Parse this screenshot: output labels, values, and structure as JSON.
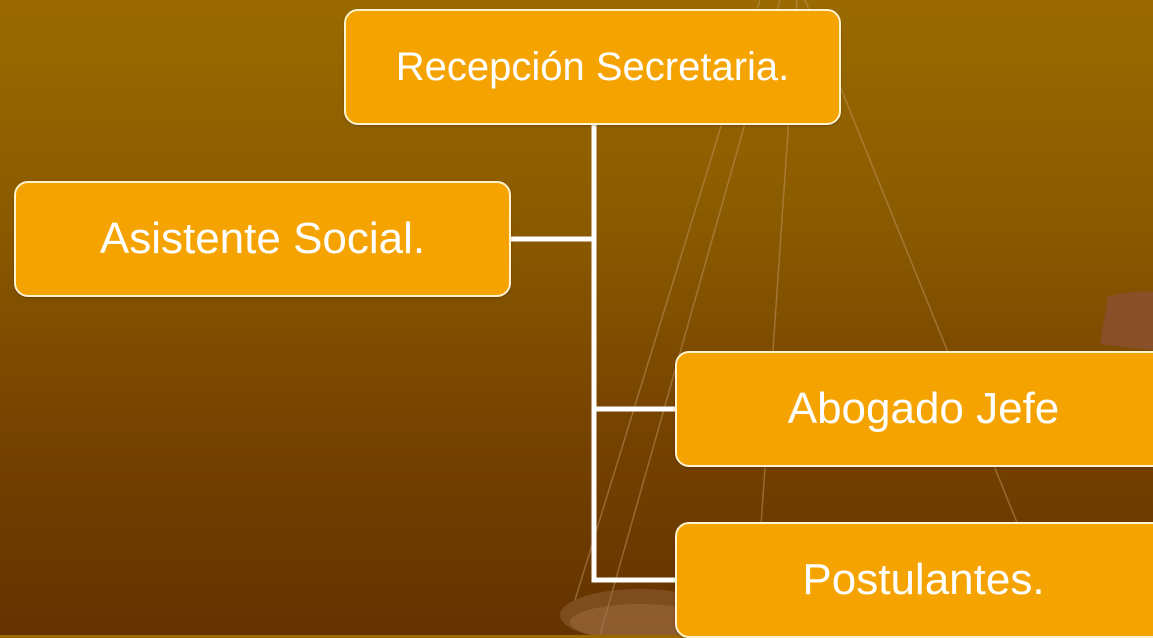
{
  "diagram": {
    "type": "org-chart",
    "nodes": {
      "recepcion": "Recepción Secretaria.",
      "asistente": "Asistente Social.",
      "abogado": "Abogado Jefe",
      "postulantes": "Postulantes."
    },
    "edges": [
      {
        "from": "Recepción Secretaria.",
        "to": "Asistente Social."
      },
      {
        "from": "Recepción Secretaria.",
        "to": "Abogado Jefe"
      },
      {
        "from": "Recepción Secretaria.",
        "to": "Postulantes."
      }
    ]
  },
  "colors": {
    "background_top": "#9a6a00",
    "background_bottom": "#653300",
    "node_fill": "#f5a300",
    "node_border": "#fff2cc",
    "node_text": "#ffffff",
    "connector": "#ffffff"
  }
}
